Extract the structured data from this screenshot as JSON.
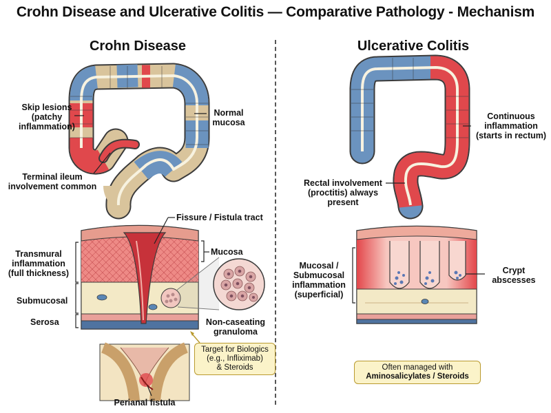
{
  "title": "Crohn Disease and Ulcerative Colitis — Comparative Pathology - Mechanism",
  "crohn": {
    "heading": "Crohn Disease",
    "skip_lesions": [
      "Skip lesions",
      "(patchy",
      "inflammation)"
    ],
    "normal_mucosa": [
      "Normal",
      "mucosa"
    ],
    "terminal_ileum": [
      "Terminal ileum",
      "involvement common"
    ],
    "fissure": "Fissure / Fistula tract",
    "transmural": [
      "Transmural",
      "inflammation",
      "(full thickness)"
    ],
    "mucosa": "Mucosa",
    "submucosal": "Submucosal",
    "serosa": "Serosa",
    "granuloma": [
      "Non-caseating",
      "granuloma"
    ],
    "biologics_note": [
      "Target for Biologics",
      "(e.g., Infliximab)",
      "& Steroids"
    ],
    "perianal": "Perianal fistula"
  },
  "uc": {
    "heading": "Ulcerative Colitis",
    "continuous": [
      "Continuous",
      "inflammation",
      "(starts in rectum)"
    ],
    "rectal": [
      "Rectal involvement",
      "(proctitis) always",
      "present"
    ],
    "mucosal": [
      "Mucosal /",
      "Submucosal",
      "inflammation",
      "(superficial)"
    ],
    "crypt": [
      "Crypt",
      "abscesses"
    ],
    "managed_note": [
      "Often managed with",
      "Aminosalicylates / Steroids"
    ]
  },
  "colors": {
    "normal": "#6b93bf",
    "inflamed": "#e0484c",
    "healthy_tissue": "#d9c49c",
    "submucosa": "#f3e9c6",
    "note_bg": "#fbf3c9"
  }
}
